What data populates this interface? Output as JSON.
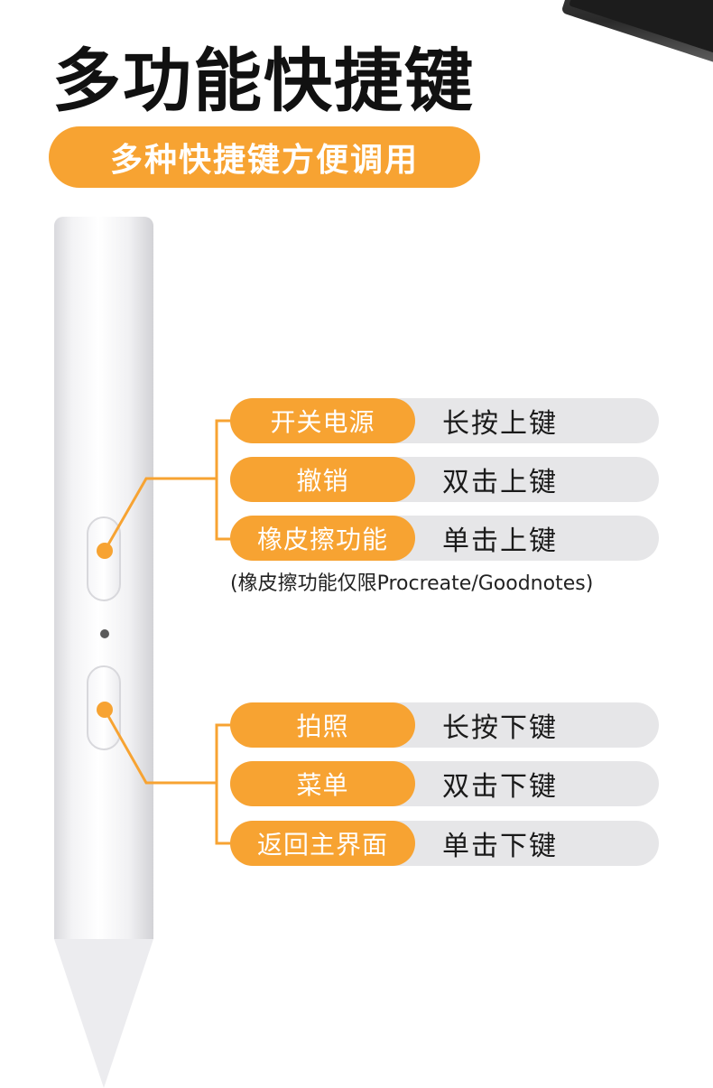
{
  "header": {
    "title": "多功能快捷键",
    "subtitle": "多种快捷键方便调用"
  },
  "upper_button": {
    "shortcuts": [
      {
        "function": "开关电源",
        "action": "长按上键"
      },
      {
        "function": "撤销",
        "action": "双击上键"
      },
      {
        "function": "橡皮擦功能",
        "action": "单击上键"
      }
    ],
    "note": "(橡皮擦功能仅限Procreate/Goodnotes)"
  },
  "lower_button": {
    "shortcuts": [
      {
        "function": "拍照",
        "action": "长按下键"
      },
      {
        "function": "菜单",
        "action": "双击下键"
      },
      {
        "function": "返回主界面",
        "action": "单击下键"
      }
    ]
  },
  "colors": {
    "accent": "#f7a332",
    "row_background": "#e6e6e8",
    "title": "#111111"
  }
}
